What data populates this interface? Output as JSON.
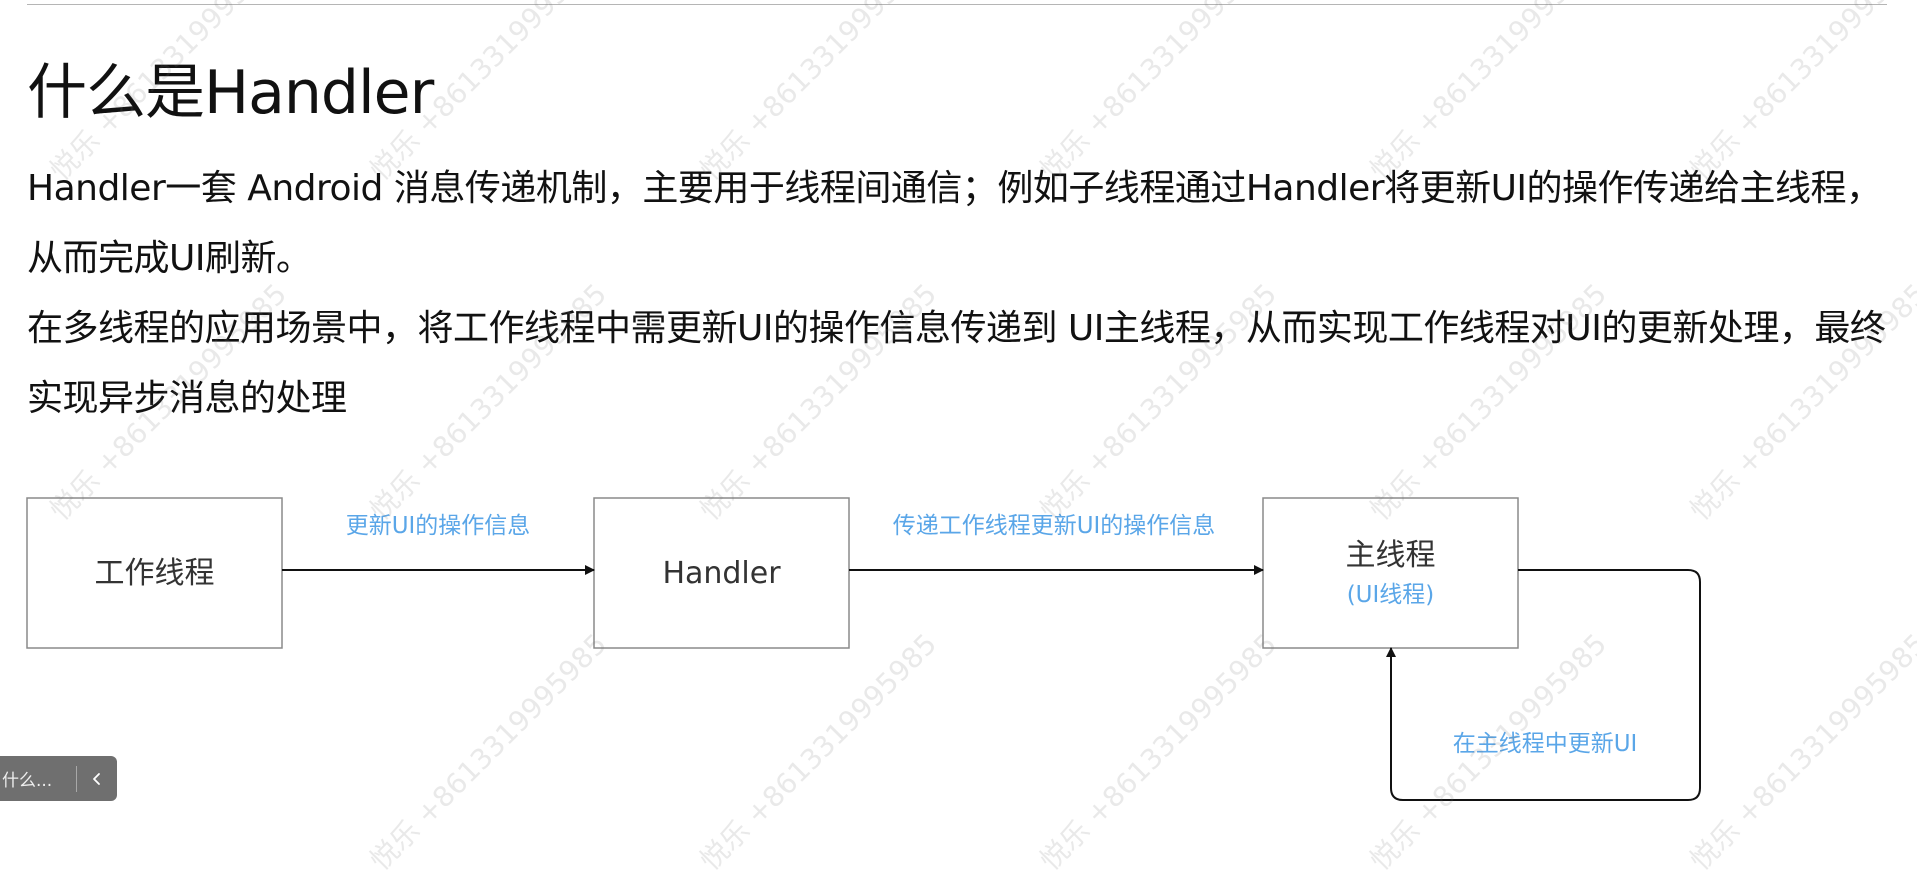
{
  "article": {
    "title": "什么是Handler",
    "paragraph1": "Handler一套 Android 消息传递机制，主要用于线程间通信；例如子线程通过Handler将更新UI的操作传递给主线程，从而完成UI刷新。",
    "paragraph2": "在多线程的应用场景中，将工作线程中需更新UI的操作信息传递到 UI主线程，从而实现工作线程对UI的更新处理，最终实现异步消息的处理"
  },
  "diagram": {
    "nodes": {
      "worker": "工作线程",
      "handler": "Handler",
      "main": "主线程",
      "main_sub": "(UI线程)"
    },
    "edges": {
      "worker_to_handler": "更新UI的操作信息",
      "handler_to_main": "传递工作线程更新UI的操作信息",
      "main_loop": "在主线程中更新UI"
    },
    "colors": {
      "box_border": "#8a8a8a",
      "arrow": "#111111",
      "edge_label": "#5aa6e8",
      "node_text": "#333333"
    }
  },
  "watermark": {
    "text": "悦乐 +8613319995985"
  },
  "toc_widget": {
    "label": "什么...",
    "toggle_icon": "chevron-left-icon"
  }
}
